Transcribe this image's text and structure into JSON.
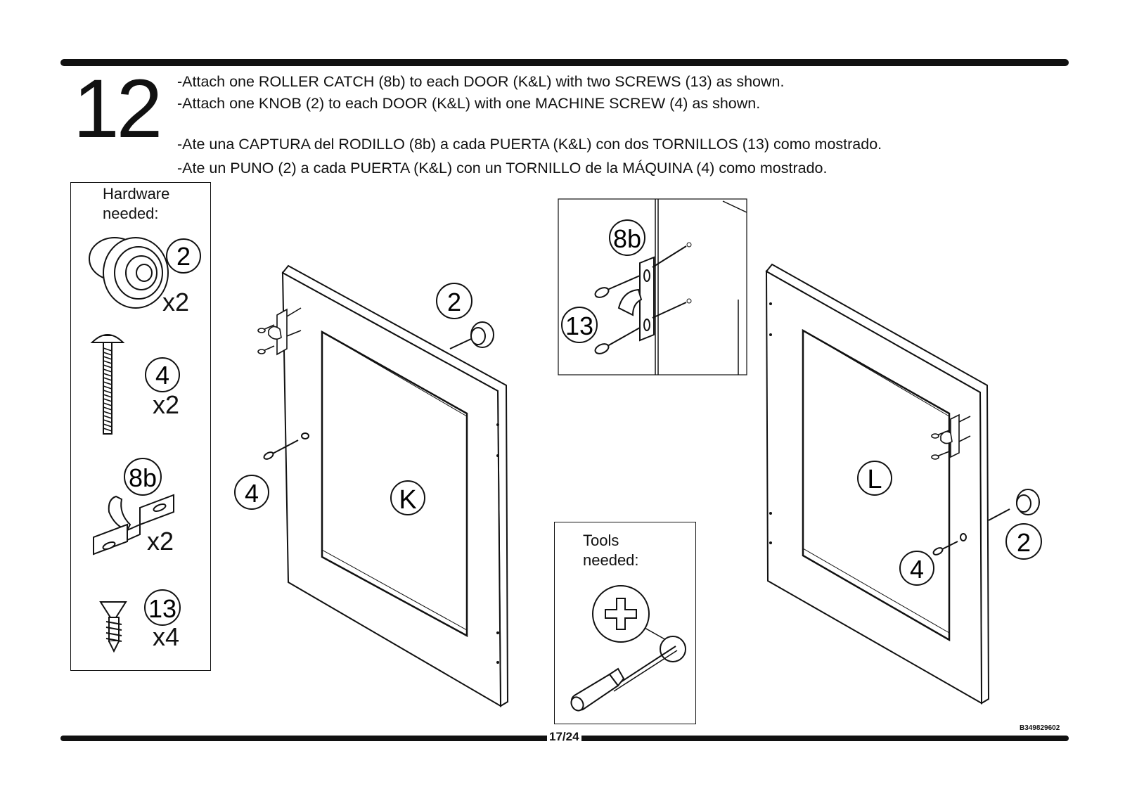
{
  "header": {
    "step_number": "12",
    "instructions_en": [
      "-Attach one ROLLER CATCH (8b) to each DOOR (K&L) with two SCREWS (13) as shown.",
      "-Attach one KNOB (2) to each DOOR (K&L) with one MACHINE SCREW (4) as shown."
    ],
    "instructions_es": [
      "-Ate una CAPTURA del RODILLO (8b) a cada PUERTA (K&L) con dos TORNILLOS (13) como mostrado.",
      "-Ate un PUNO (2) a cada PUERTA (K&L) con un TORNILLO de la MÁQUINA (4) como mostrado."
    ]
  },
  "hardware_box": {
    "title_line1": "Hardware",
    "title_line2": "needed:",
    "items": [
      {
        "label": "2",
        "qty": "x2",
        "icon": "knob-icon"
      },
      {
        "label": "4",
        "qty": "x2",
        "icon": "machine-screw-icon"
      },
      {
        "label": "8b",
        "qty": "x2",
        "icon": "roller-catch-icon"
      },
      {
        "label": "13",
        "qty": "x4",
        "icon": "wood-screw-icon"
      }
    ]
  },
  "tools_box": {
    "title_line1": "Tools",
    "title_line2": "needed:",
    "tool_icon": "phillips-screwdriver-icon"
  },
  "diagram": {
    "door_left_label": "K",
    "door_right_label": "L",
    "knob_label": "2",
    "screw_label": "4",
    "detail_catch_label": "8b",
    "detail_screw_label": "13"
  },
  "footer": {
    "page_number": "17/24",
    "doc_code": "B349829602"
  }
}
